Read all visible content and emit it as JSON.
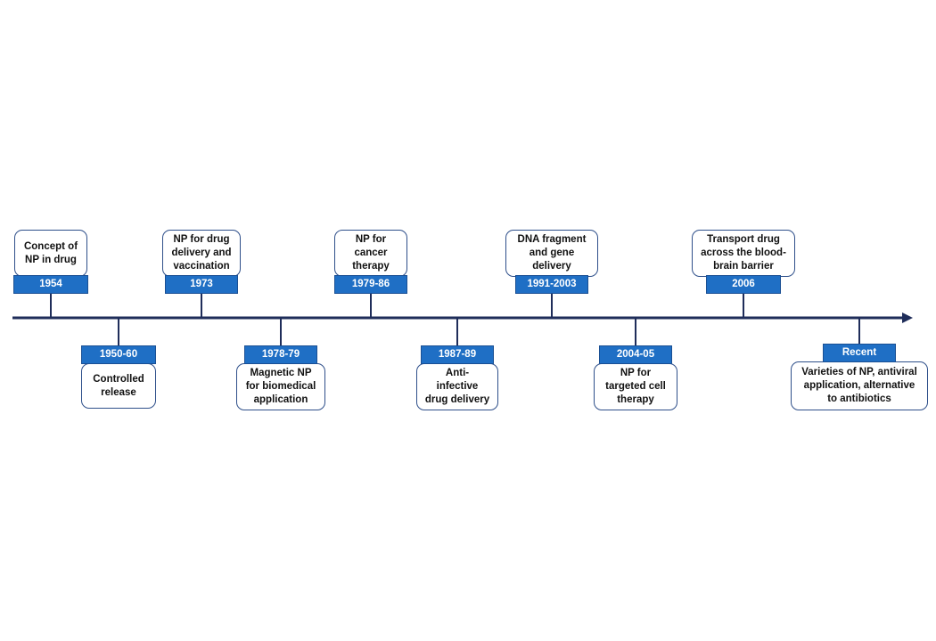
{
  "colors": {
    "axis": "#1f2d5a",
    "year_badge_fill": "#1f6fc5",
    "card_border": "#2e4f8a"
  },
  "milestones": [
    {
      "year": "1954",
      "description": "Concept of\nNP in drug"
    },
    {
      "year": "1950-60",
      "description": "Controlled\nrelease"
    },
    {
      "year": "1973",
      "description": "NP for drug\ndelivery and\nvaccination"
    },
    {
      "year": "1978-79",
      "description": "Magnetic NP\nfor biomedical\napplication"
    },
    {
      "year": "1979-86",
      "description": "NP for\ncancer\ntherapy"
    },
    {
      "year": "1987-89",
      "description": "Anti-\ninfective\ndrug delivery"
    },
    {
      "year": "1991-2003",
      "description": "DNA fragment\nand gene\ndelivery"
    },
    {
      "year": "2004-05",
      "description": "NP for\ntargeted  cell\ntherapy"
    },
    {
      "year": "2006",
      "description": "Transport drug\nacross the blood-\nbrain barrier"
    },
    {
      "year": "Recent",
      "description": "Varieties of NP, antiviral\napplication, alternative\nto antibiotics"
    }
  ]
}
